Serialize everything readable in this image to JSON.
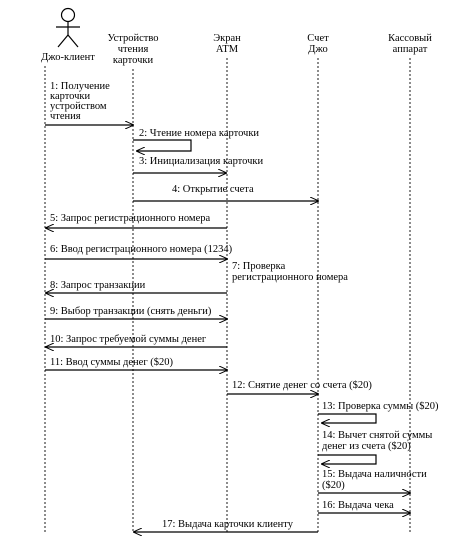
{
  "actor": {
    "label": "Джо-клиент"
  },
  "participants": [
    {
      "id": "reader",
      "lines": [
        "Устройство",
        "чтения",
        "карточки"
      ]
    },
    {
      "id": "screen",
      "lines": [
        "Экран",
        "ATM"
      ]
    },
    {
      "id": "account",
      "lines": [
        "Счет",
        "Джо"
      ]
    },
    {
      "id": "cash",
      "lines": [
        "Кассовый",
        "аппарат"
      ]
    }
  ],
  "messages": [
    {
      "lines": [
        "1: Получение",
        "карточки",
        "устройством",
        "чтения"
      ]
    },
    {
      "lines": [
        "2: Чтение номера карточки"
      ]
    },
    {
      "lines": [
        "3: Инициализация карточки"
      ]
    },
    {
      "lines": [
        "4: Открытие счета"
      ]
    },
    {
      "lines": [
        "5: Запрос регистрационного номера"
      ]
    },
    {
      "lines": [
        "6: Ввод регистрационного номера (1234)"
      ]
    },
    {
      "lines": [
        "7: Проверка",
        "регистрационного номера"
      ]
    },
    {
      "lines": [
        "8: Запрос транзакции"
      ]
    },
    {
      "lines": [
        "9: Выбор транзакции (снять деньги)"
      ]
    },
    {
      "lines": [
        "10: Запрос требуемой суммы денег"
      ]
    },
    {
      "lines": [
        "11: Ввод суммы денег ($20)"
      ]
    },
    {
      "lines": [
        "12: Снятие денег со счета ($20)"
      ]
    },
    {
      "lines": [
        "13: Проверка суммы ($20)"
      ]
    },
    {
      "lines": [
        "14: Вычет снятой суммы",
        "денег из счета ($20)"
      ]
    },
    {
      "lines": [
        "15: Выдача наличности",
        "($20)"
      ]
    },
    {
      "lines": [
        "16: Выдача чека"
      ]
    },
    {
      "lines": [
        "17: Выдача карточки клиенту"
      ]
    }
  ]
}
